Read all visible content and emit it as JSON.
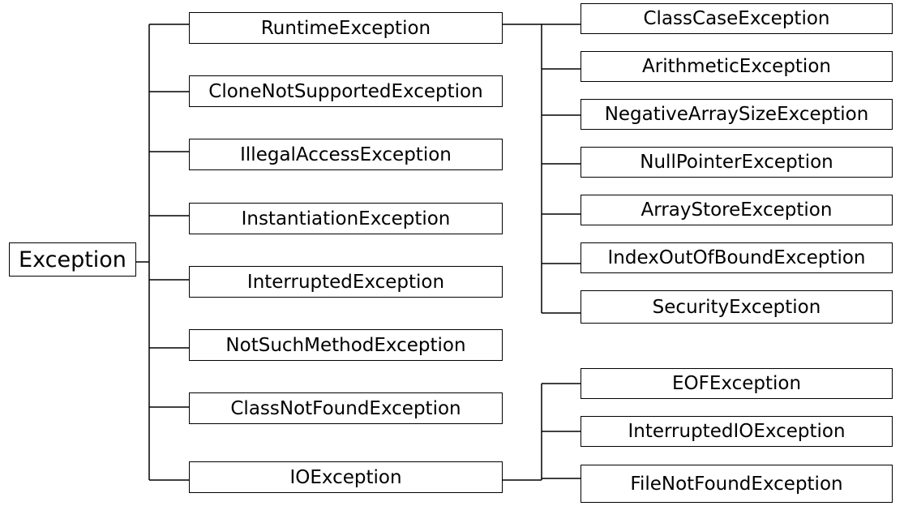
{
  "diagram": {
    "root": {
      "label": "Exception"
    },
    "children": [
      {
        "id": "runtime",
        "label": "RuntimeException"
      },
      {
        "id": "clone",
        "label": "CloneNotSupportedException"
      },
      {
        "id": "illegal",
        "label": "IllegalAccessException"
      },
      {
        "id": "instantiation",
        "label": "InstantiationException"
      },
      {
        "id": "interrupted",
        "label": "InterruptedException"
      },
      {
        "id": "nosuchmethod",
        "label": "NotSuchMethodException"
      },
      {
        "id": "classnotfound",
        "label": "ClassNotFoundException"
      },
      {
        "id": "io",
        "label": "IOException"
      }
    ],
    "runtime_children": [
      {
        "id": "classcase",
        "label": "ClassCaseException"
      },
      {
        "id": "arithmetic",
        "label": "ArithmeticException"
      },
      {
        "id": "negativearray",
        "label": "NegativeArraySizeException"
      },
      {
        "id": "nullpointer",
        "label": "NullPointerException"
      },
      {
        "id": "arraystore",
        "label": "ArrayStoreException"
      },
      {
        "id": "indexoutofbound",
        "label": "IndexOutOfBoundException"
      },
      {
        "id": "security",
        "label": "SecurityException"
      }
    ],
    "io_children": [
      {
        "id": "eof",
        "label": "EOFException"
      },
      {
        "id": "interruptedio",
        "label": "InterruptedIOException"
      },
      {
        "id": "filenotfound",
        "label": "FileNotFoundException"
      }
    ],
    "colors": {
      "line": "#000000",
      "box_border": "#000000",
      "background": "#ffffff",
      "text": "#000000"
    }
  }
}
